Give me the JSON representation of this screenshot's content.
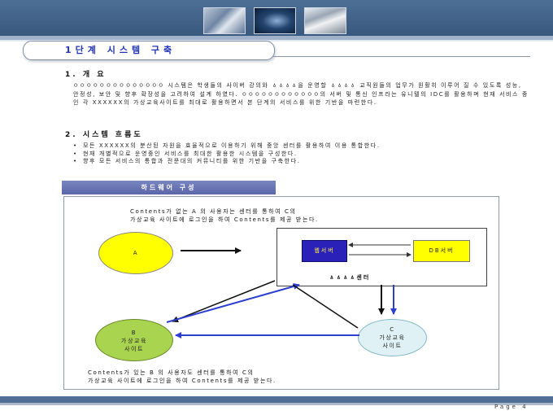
{
  "header": {
    "photos": [
      "photo-1",
      "photo-2",
      "photo-3"
    ]
  },
  "title": "1단계 시스템 구축",
  "section1": {
    "heading": "1. 개 요",
    "text": "ㅇㅇㅇㅇㅇㅇㅇㅇㅇㅇㅇㅇㅇㅇ 시스템은 학생들의 사이버 강의와 ㅿㅿㅿㅿ을 운영할 ㅿㅿㅿㅿ 교직원들의 업무가 원활히 이루어 질 수 있도록 성능, 안정성, 보안 및 향후 확장성을 고려하여 설계 하였다. ㅇㅇㅇㅇㅇㅇㅇㅇㅇㅇㅇㅇ의 서버 및 통신 인프라는 유니텔의 IDC를 활용하며 현재 서비스 중인 각 XXXXXX의 가상교육사이트를 최대로 활용하면서 본 단계의 서비스를 위한 기반을 마련한다."
  },
  "section2": {
    "heading": "2. 시스템 흐름도",
    "bullets": [
      "모든 XXXXXX의 분산된 자원을 효율적으로 이용하기 위해 중앙 센터를 활용하여 이용 통합한다.",
      "현재 개별적으로 운영중인 서비스를 최대한 활용한 시스템을 구성한다.",
      "향후 모든 서비스의 통합과 전문대의 커뮤니티를 위한 기반을 구축한다."
    ]
  },
  "diagram": {
    "header": "하드웨어 구성",
    "top_text": [
      "Contents가 없는 A 의 사용자는 센터를 통하여 C의",
      "가상교육 사이트에 로그인을 하여 Contents를 제공 받는다."
    ],
    "bottom_text": [
      "Contents가 있는 B 의 사용자도 센터를 통하여 C의",
      "가상교육 사이트에 로그인을 하여 Contents를 제공 받는다."
    ],
    "web_server": "웹서버",
    "db_server": "DB서버",
    "center_label": "ㅿㅿㅿㅿ센터",
    "node_a": "A",
    "node_b": [
      "B",
      "가상교육",
      "사이트"
    ],
    "node_c": [
      "C",
      "가상교육",
      "사이트"
    ]
  },
  "footer": {
    "page": "Page 4"
  },
  "colors": {
    "title_text": "#2033b8",
    "web_server_bg": "#2a22b8",
    "db_server_bg": "#ffff00",
    "node_a_bg": "#ffff00",
    "node_b_bg": "#a9d44f",
    "node_c_bg": "#dff1f4",
    "arrow_blue": "#2d3fd0",
    "arrow_black": "#111111"
  }
}
